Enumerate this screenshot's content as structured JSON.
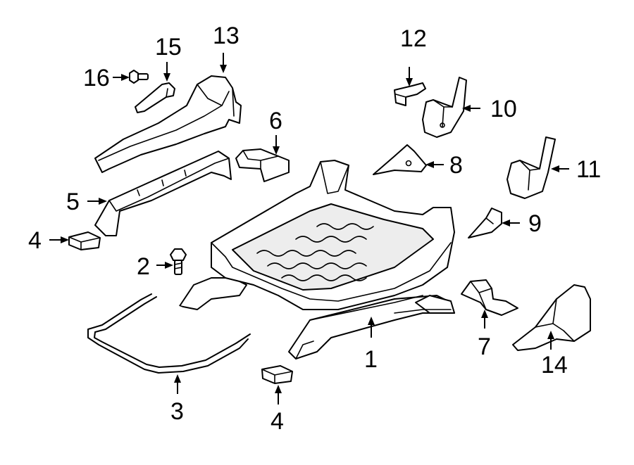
{
  "callouts": {
    "c1": "1",
    "c2": "2",
    "c3": "3",
    "c4a": "4",
    "c4b": "4",
    "c5": "5",
    "c6": "6",
    "c7": "7",
    "c8": "8",
    "c9": "9",
    "c10": "10",
    "c11": "11",
    "c12": "12",
    "c13": "13",
    "c14": "14",
    "c15": "15",
    "c16": "16"
  }
}
